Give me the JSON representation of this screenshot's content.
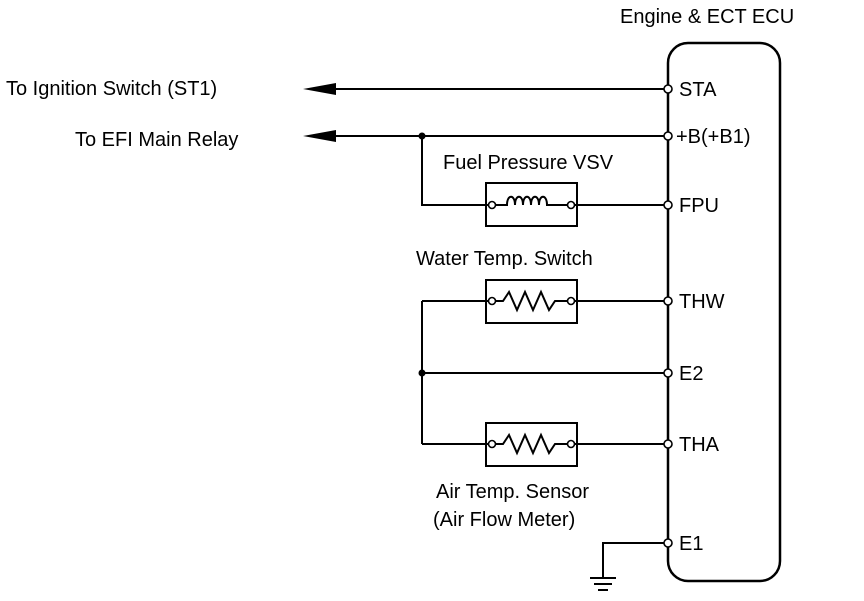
{
  "ecu": {
    "title": "Engine & ECT ECU",
    "pins": {
      "sta": "STA",
      "b": "+B(+B1)",
      "fpu": "FPU",
      "thw": "THW",
      "e2": "E2",
      "tha": "THA",
      "e1": "E1"
    }
  },
  "external": {
    "ignition": "To Ignition Switch (ST1)",
    "efi_relay": "To EFI Main Relay"
  },
  "components": {
    "fuel_vsv": "Fuel Pressure VSV",
    "water_switch": "Water Temp. Switch",
    "air_sensor_line1": "Air Temp. Sensor",
    "air_sensor_line2": "(Air Flow Meter)"
  },
  "icons": [
    "coil-icon",
    "resistor-icon",
    "ground-icon",
    "arrow-left-icon"
  ]
}
